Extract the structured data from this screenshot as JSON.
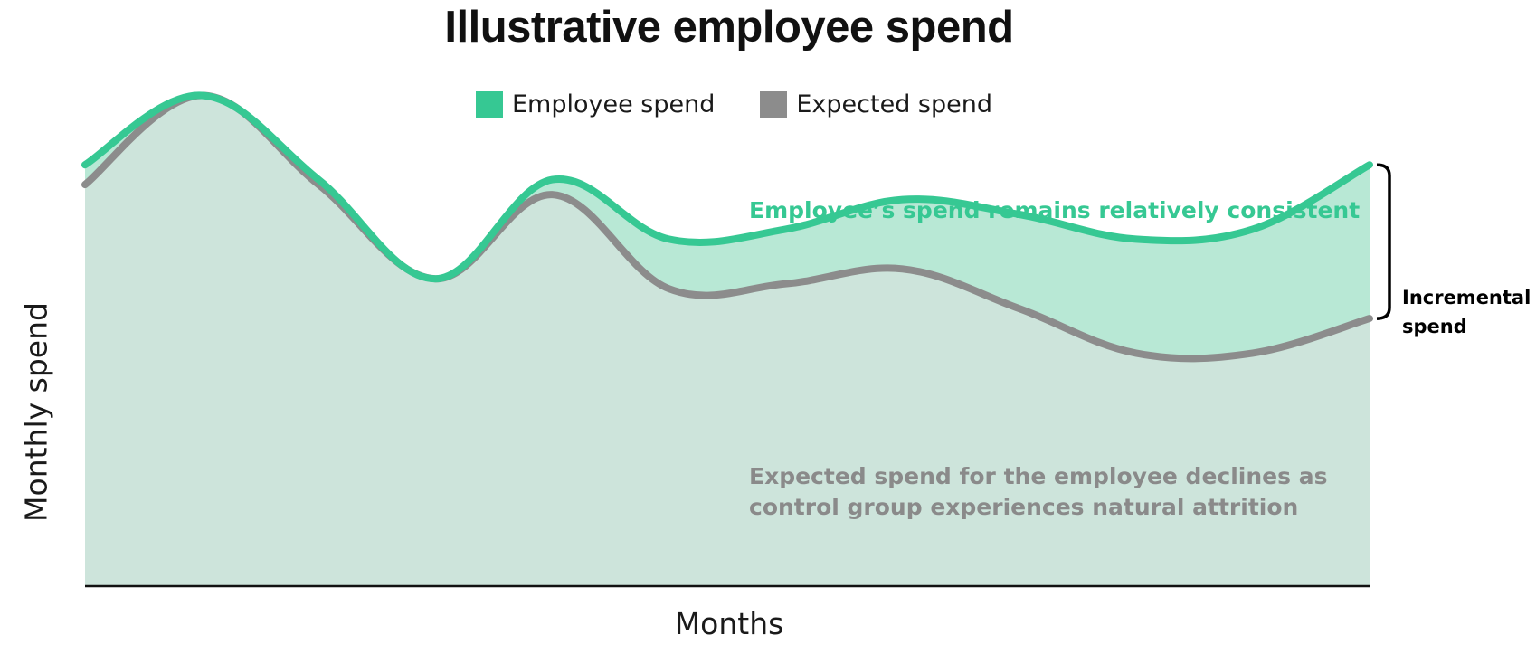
{
  "chart_data": {
    "type": "area",
    "title": "Illustrative employee spend",
    "xlabel": "Months",
    "ylabel": "Monthly spend",
    "ylim": [
      0,
      100
    ],
    "grid": false,
    "legend_placement": "top-center",
    "x": [
      0,
      1,
      2,
      3,
      4,
      5,
      6,
      7,
      8,
      9,
      10,
      11
    ],
    "series": [
      {
        "name": "Employee spend",
        "color": "#36c893",
        "values": [
          85,
          99,
          82,
          62,
          82,
          70,
          72,
          78,
          75,
          70,
          72,
          85
        ]
      },
      {
        "name": "Expected spend",
        "color": "#8c8c8c",
        "values": [
          81,
          99,
          81,
          62,
          79,
          60,
          61,
          64,
          56,
          47,
          47,
          54
        ]
      }
    ],
    "annotations": {
      "green_note": "Employee’s spend remains relatively consistent",
      "grey_note_line1": "Expected spend for the employee declines as",
      "grey_note_line2": "control group experiences natural attrition",
      "bracket_line1": "Incremental",
      "bracket_line2": "spend"
    }
  }
}
